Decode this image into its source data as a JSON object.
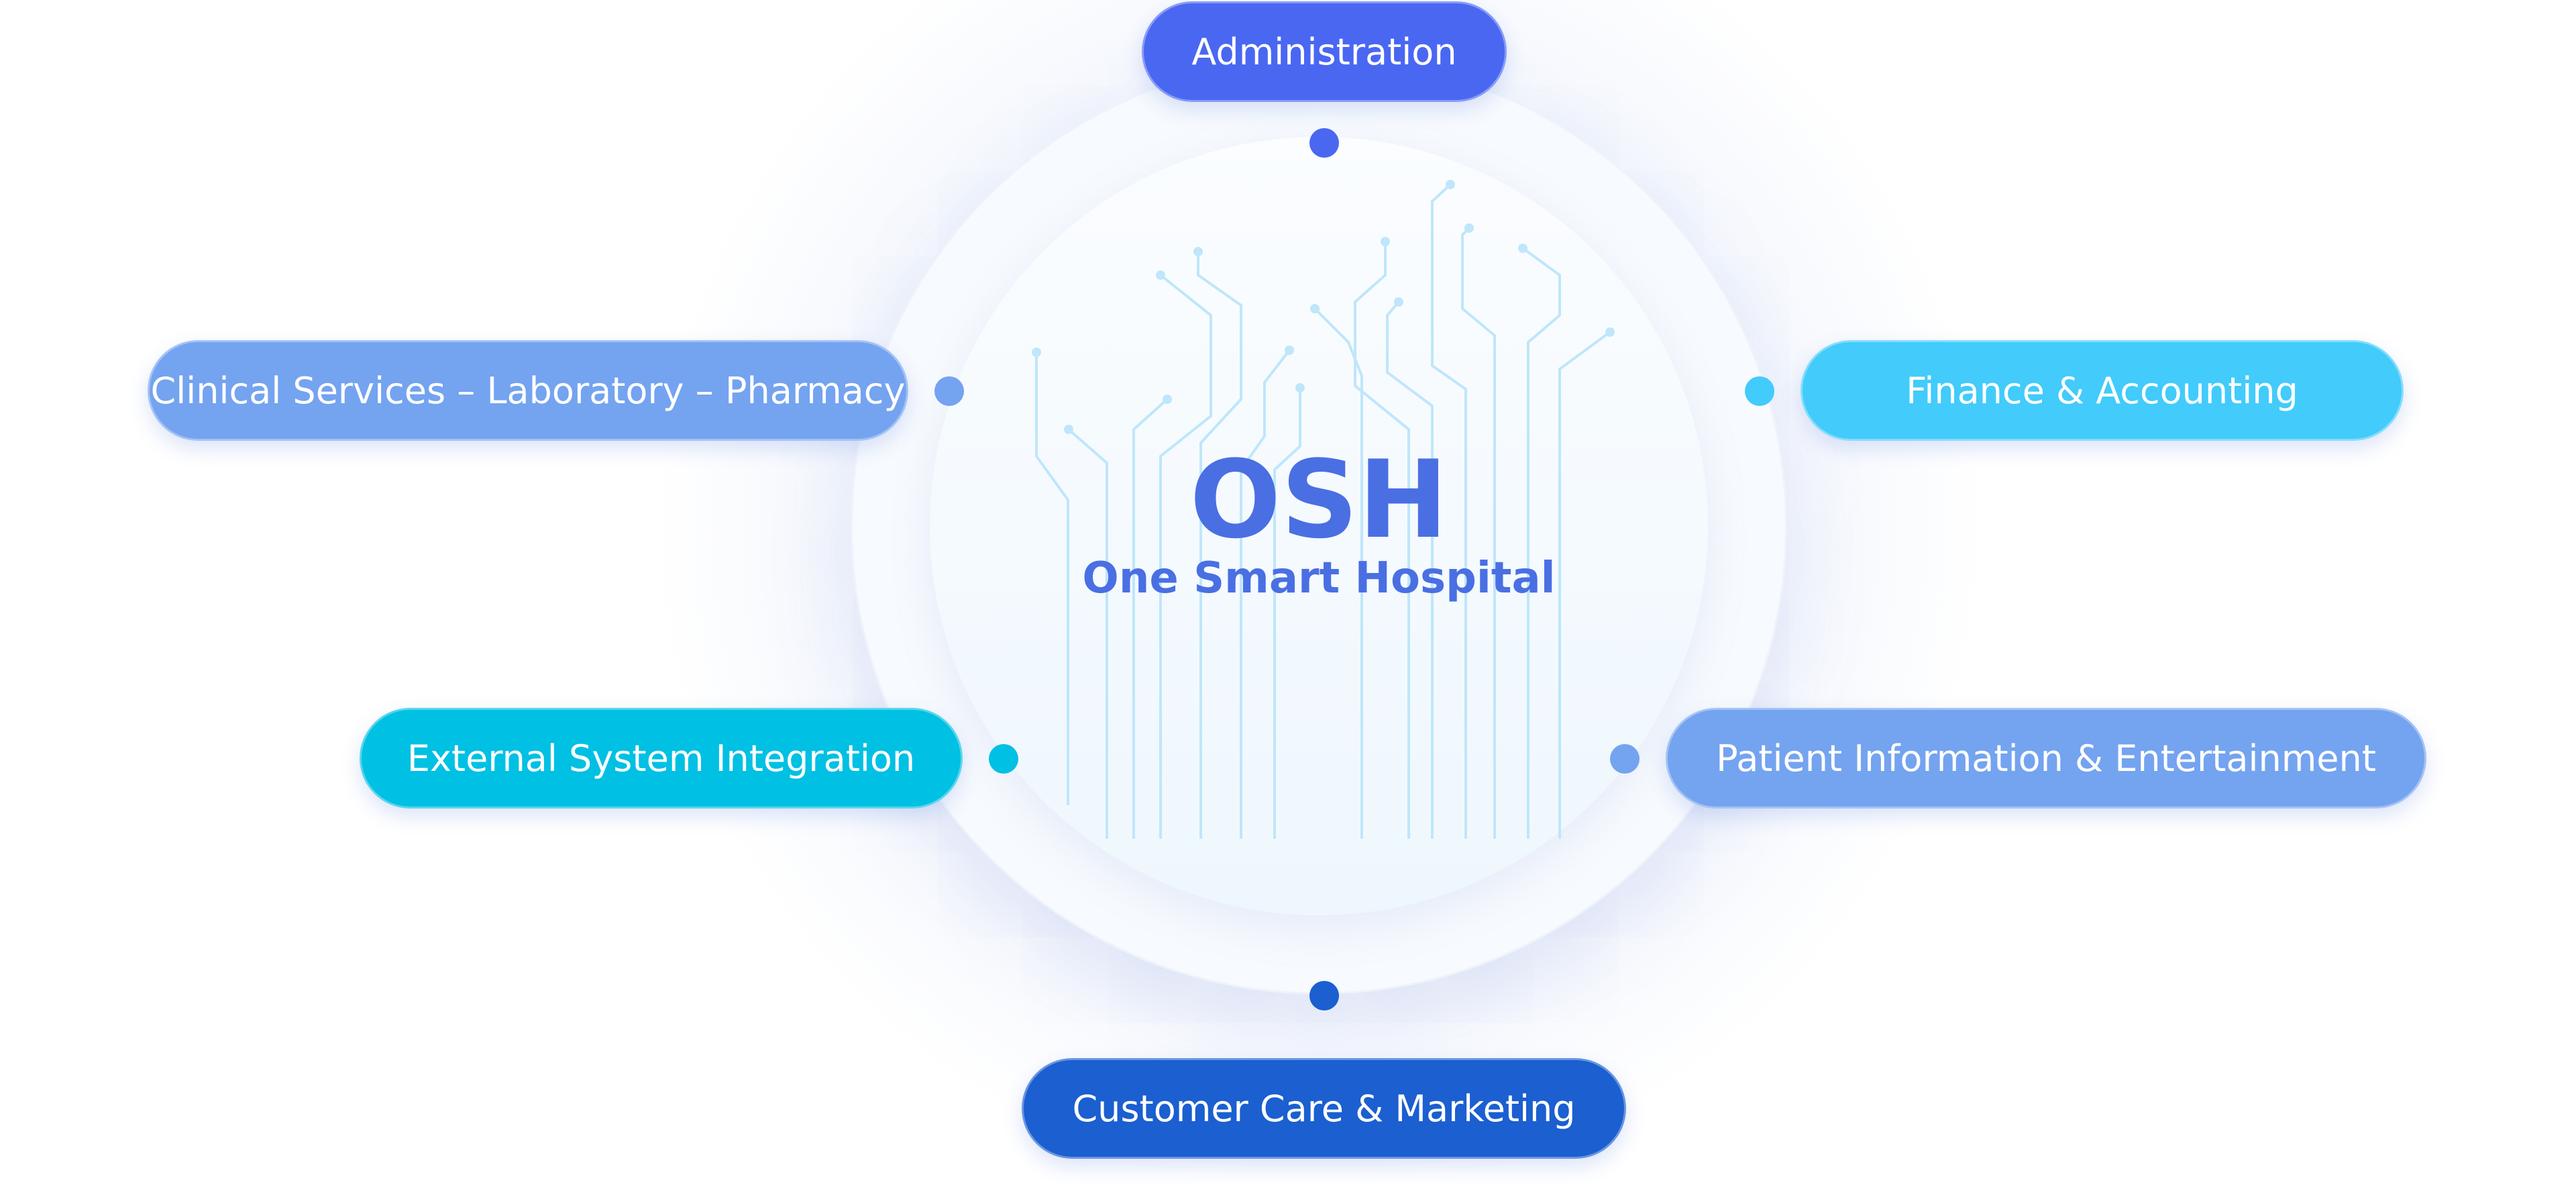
{
  "center": {
    "title": "OSH",
    "subtitle": "One Smart Hospital"
  },
  "modules": [
    {
      "label": "Administration",
      "color": "#4a67f2"
    },
    {
      "label": "Clinical Services – Laboratory – Pharmacy",
      "color": "#74a3f0"
    },
    {
      "label": "Finance & Accounting",
      "color": "#42cbfb"
    },
    {
      "label": "External System Integration",
      "color": "#00c0e3"
    },
    {
      "label": "Patient Information & Entertainment",
      "color": "#74a3f0"
    },
    {
      "label": "Customer Care & Marketing",
      "color": "#1b5fd0"
    }
  ]
}
